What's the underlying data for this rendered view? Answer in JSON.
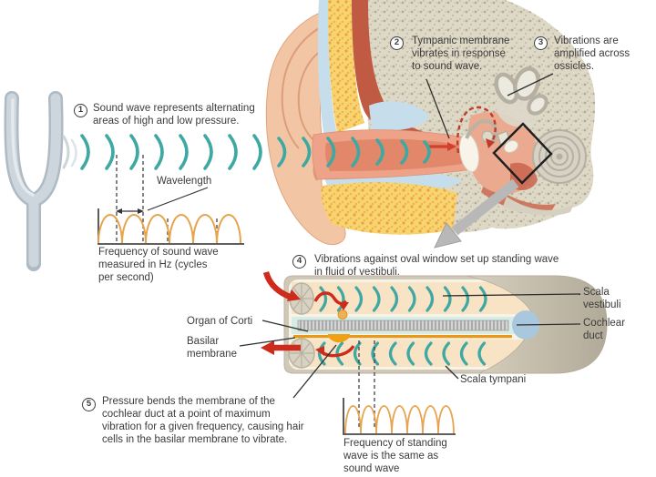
{
  "figure": {
    "steps": [
      {
        "number": "1",
        "text": "Sound wave represents alternating areas of high and low pressure."
      },
      {
        "number": "2",
        "text": "Tympanic membrane vibrates in response to sound wave."
      },
      {
        "number": "3",
        "text": "Vibrations are amplified across ossicles."
      },
      {
        "number": "4",
        "text": "Vibrations against oval window set up standing wave in fluid of vestibuli."
      },
      {
        "number": "5",
        "text": "Pressure bends the membrane of the cochlear duct at a point of maximum vibration for a given frequency, causing hair cells in the basilar membrane to vibrate."
      }
    ],
    "annotations": {
      "wavelength": "Wavelength",
      "frequency_sound_wave": "Frequency of sound wave measured in Hz (cycles per second)",
      "organ_of_corti": "Organ of Corti",
      "basilar_membrane": "Basilar membrane",
      "scala_vestibuli": "Scala vestibuli",
      "cochlear_duct": "Cochlear duct",
      "scala_tympani": "Scala tympani",
      "frequency_standing_wave": "Frequency of standing wave is the same as sound wave"
    },
    "colors": {
      "sound_wave_arc": "#3fa8a2",
      "wave_plot_orange": "#e7a44f",
      "red_arrow": "#cf2b1c",
      "skin": "#f2c6a4",
      "fat_yellow": "#f7d470",
      "bone_speckled": "#ded8c6",
      "muscle_red": "#c05a42",
      "cartilage_blue": "#c6ddeb",
      "cochlea_shell": "#cfc8b6",
      "scala_fluid": "#f9e3c5",
      "cochlear_duct_fluid": "#d6ece5",
      "basilar_membrane_orange": "#e8991b",
      "label_text": "#3b3b3b"
    }
  }
}
